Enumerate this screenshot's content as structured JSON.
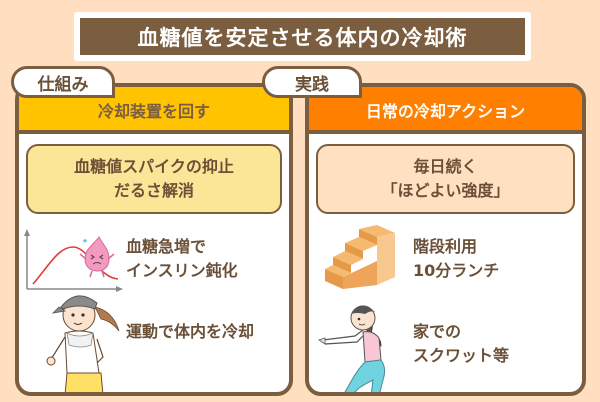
{
  "title": "血糖値を安定させる体内の冷却術",
  "colors": {
    "background": "#FFDFBF",
    "brown": "#7B5D3F",
    "mechanism_header": "#FFC300",
    "practice_header": "#FF8000",
    "mechanism_summary_bg": "#FBE597",
    "practice_summary_bg": "#FFE0C0"
  },
  "panels": {
    "mechanism": {
      "tag": "仕組み",
      "header": "冷却装置を回す",
      "summary": [
        "血糖値スパイクの抑止",
        "だるさ解消"
      ],
      "items": [
        {
          "icon": "blood-sugar-graph-icon",
          "lines": [
            "血糖急増で",
            "インスリン鈍化"
          ]
        },
        {
          "icon": "jogging-person-icon",
          "lines": [
            "運動で体内を冷却"
          ]
        }
      ]
    },
    "practice": {
      "tag": "実践",
      "header": "日常の冷却アクション",
      "summary": [
        "毎日続く",
        "「ほどよい強度」"
      ],
      "items": [
        {
          "icon": "stairs-icon",
          "lines": [
            "階段利用",
            "10分ランチ"
          ]
        },
        {
          "icon": "squat-person-icon",
          "lines": [
            "家での",
            "スクワット等"
          ]
        }
      ]
    }
  }
}
